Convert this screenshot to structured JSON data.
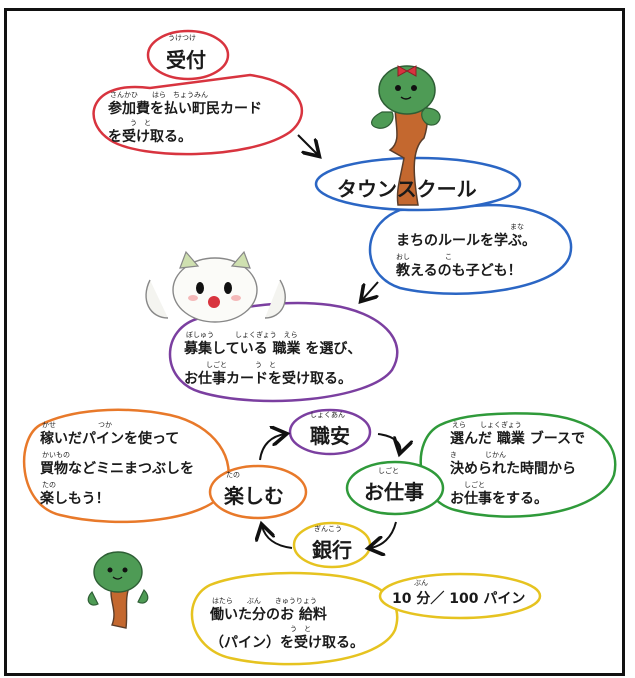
{
  "reception": {
    "title": "受付",
    "title_ruby": "うけつけ",
    "line1": "参加費を払い町民カード",
    "line1_ruby": "さんかひ　　はら　ちょうみん",
    "line2": "を受け取る。",
    "line2_ruby": "う　と",
    "color": "#d8343f"
  },
  "town_school": {
    "title": "タウンスクール",
    "line1": "まちのルールを学ぶ。",
    "line1_ruby": "まな",
    "line2": "教えるのも子ども！",
    "line2_ruby": "おし　　　　　こ",
    "color": "#2b66c4"
  },
  "job_select": {
    "line1": "募集している 職業 を選び、",
    "line1_ruby": "ぼしゅう　　　しょくぎょう　えら",
    "line2": "お仕事カードを受け取る。",
    "line2_ruby": "しごと　　　　う　と",
    "color": "#7b3fa0"
  },
  "employment_office": {
    "title": "職安",
    "title_ruby": "しょくあん",
    "color": "#7b3fa0"
  },
  "work": {
    "title": "お仕事",
    "title_ruby": "しごと",
    "line1": "選んだ 職業 ブースで",
    "line1_ruby": "えら　　しょくぎょう",
    "line2": "決められた時間から",
    "line2_ruby": "き　　　　じかん",
    "line3": "お仕事をする。",
    "line3_ruby": "しごと",
    "color": "#2f9a3a"
  },
  "bank": {
    "title": "銀行",
    "title_ruby": "ぎんこう",
    "line1": "働いた分のお 給料",
    "line1_ruby": "はたら　　ぶん　　きゅうりょう",
    "line2": "（パイン）を受け取る。",
    "line2_ruby": "う　と",
    "rate": "10 分／ 100 パイン",
    "rate_ruby": "ぶん",
    "color": "#e6c320"
  },
  "enjoy": {
    "title": "楽しむ",
    "title_ruby": "たの",
    "line1": "稼いだパインを使って",
    "line1_ruby": "かせ　　　　　　つか",
    "line2": "買物などミニまつぶしを",
    "line2_ruby": "かいもの",
    "line3": "楽しもう！",
    "line3_ruby": "たの",
    "color": "#e8792a"
  }
}
